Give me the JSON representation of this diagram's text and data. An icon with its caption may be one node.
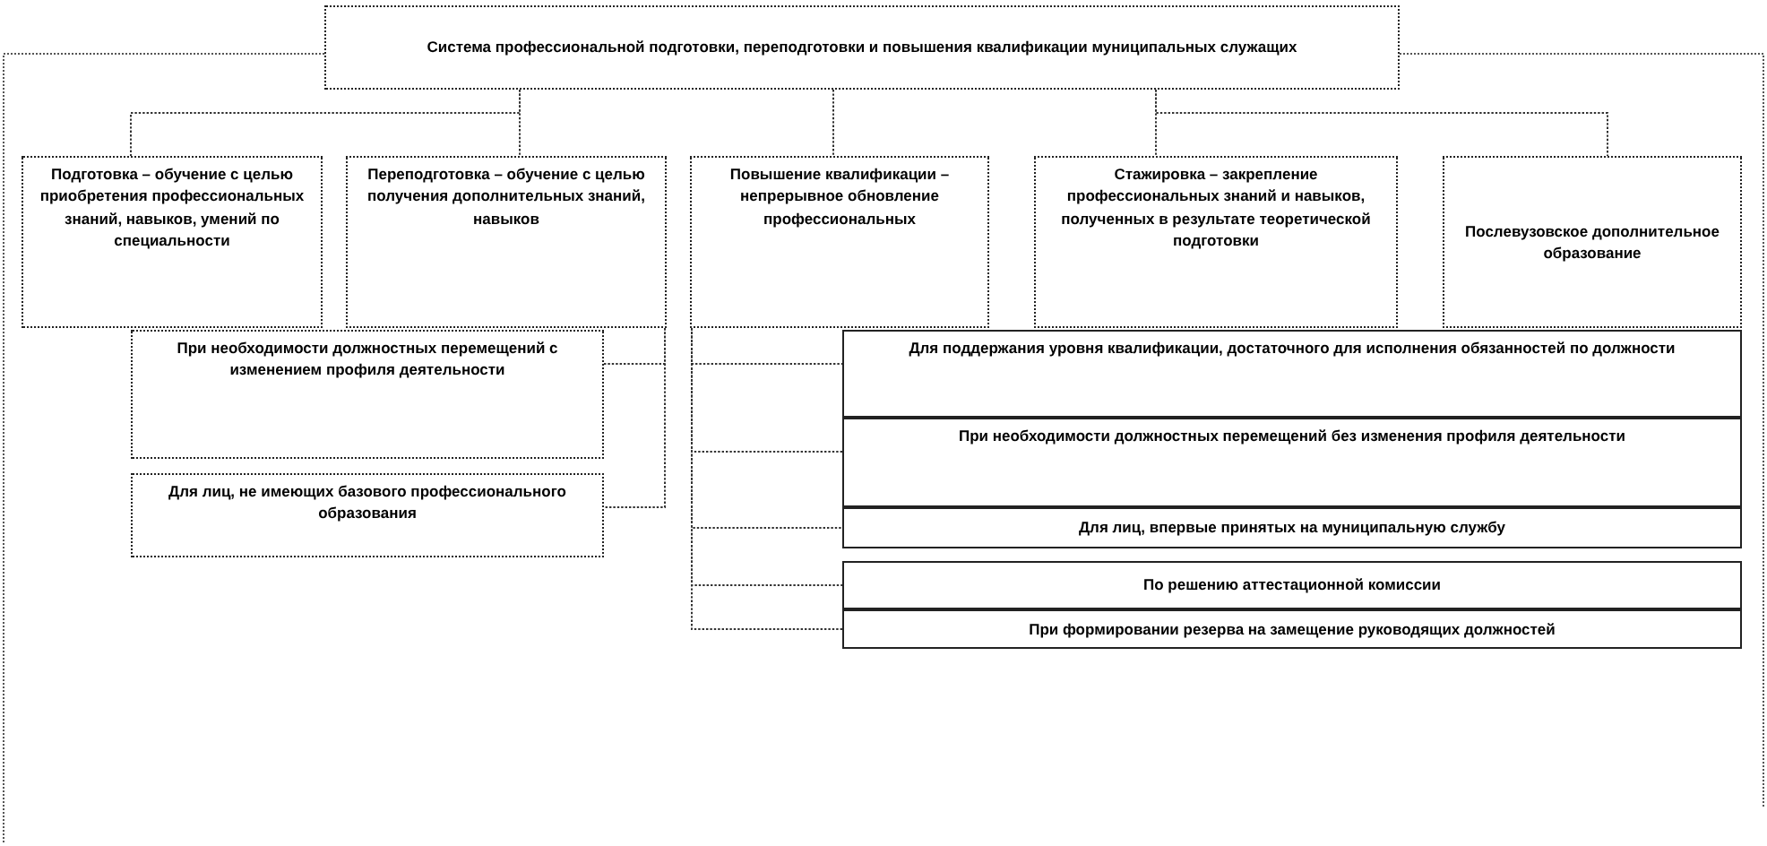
{
  "diagram": {
    "nodes": [
      {
        "text": [
          "Система профессиональной подготовки, переподготовки и повышения квалификации муниципальных служащих"
        ]
      },
      {
        "text": [
          "Подготовка – обучение с целью приобретения профессиональных знаний, навыков, умений по специальности"
        ]
      },
      {
        "text": [
          "Переподготовка – обучение с целью получения дополнительных знаний, навыков"
        ]
      },
      {
        "text": [
          "Повышение квалификации – непрерывное обновление профессиональных"
        ]
      },
      {
        "text": [
          "Стажировка – закрепление профессиональных знаний и навыков, полученных в результате теоретической подготовки"
        ]
      },
      {
        "text": [
          "Послевузовское дополнительное образование"
        ]
      },
      {
        "text": [
          "При необходимости должностных перемещений с изменением профиля деятельности"
        ]
      },
      {
        "text": [
          "Для лиц, не имеющих базового профессионального образования"
        ]
      },
      {
        "text": [
          "Для поддержания уровня квалификации, достаточного для исполнения обязанностей по должности"
        ]
      },
      {
        "text": [
          "При необходимости должностных перемещений без изменения профиля деятельности"
        ]
      },
      {
        "text": [
          "Для лиц, впервые принятых на муниципальную службу"
        ]
      },
      {
        "text": [
          "По решению аттестационной комиссии"
        ]
      },
      {
        "text": [
          "При формировании резерва на замещение руководящих должностей"
        ]
      }
    ],
    "edges": [
      {
        "from": 0,
        "to": 1,
        "arrow": "none"
      },
      {
        "from": 0,
        "to": 2,
        "arrow": "none"
      },
      {
        "from": 0,
        "to": 3,
        "arrow": "none"
      },
      {
        "from": 0,
        "to": 4,
        "arrow": "none"
      },
      {
        "from": 0,
        "to": 5,
        "arrow": "none"
      },
      {
        "from": 2,
        "to": 6,
        "arrow": "none"
      },
      {
        "from": 2,
        "to": 7,
        "arrow": "none"
      },
      {
        "from": 3,
        "to": 8,
        "arrow": "none"
      },
      {
        "from": 3,
        "to": 9,
        "arrow": "none"
      },
      {
        "from": 3,
        "to": 10,
        "arrow": "none"
      },
      {
        "from": 3,
        "to": 11,
        "arrow": "none"
      },
      {
        "from": 3,
        "to": 12,
        "arrow": "none"
      }
    ]
  }
}
